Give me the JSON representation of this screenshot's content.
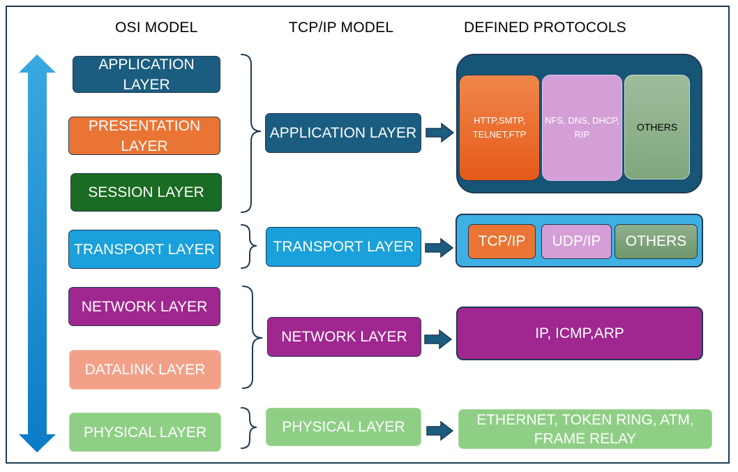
{
  "headers": {
    "osi": "OSI MODEL",
    "tcpip": "TCP/IP MODEL",
    "protocols": "DEFINED PROTOCOLS"
  },
  "osi_layers": [
    "APPLICATION LAYER",
    "PRESENTATION LAYER",
    "SESSION LAYER",
    "TRANSPORT LAYER",
    "NETWORK LAYER",
    "DATALINK LAYER",
    "PHYSICAL LAYER"
  ],
  "tcpip_layers": [
    "APPLICATION LAYER",
    "TRANSPORT LAYER",
    "NETWORK LAYER",
    "PHYSICAL LAYER"
  ],
  "protocols": {
    "application": [
      "HTTP,SMTP, TELNET,FTP",
      "NFS, DNS, DHCP, RIP",
      "OTHERS"
    ],
    "transport": [
      "TCP/IP",
      "UDP/IP",
      "OTHERS"
    ],
    "network": "IP, ICMP,ARP",
    "physical": "ETHERNET, TOKEN RING, ATM, FRAME RELAY"
  },
  "colors": {
    "navy": "#1b5d80",
    "orange": "#ea7433",
    "dark_green": "#1a6b23",
    "sky_blue": "#1aa0db",
    "purple": "#a0278f",
    "salmon": "#f2a188",
    "light_green": "#8ecf85",
    "arrow_blue": "#1e8fd6"
  },
  "icons": [
    "double-vertical-arrow",
    "curly-brace",
    "right-arrow"
  ]
}
